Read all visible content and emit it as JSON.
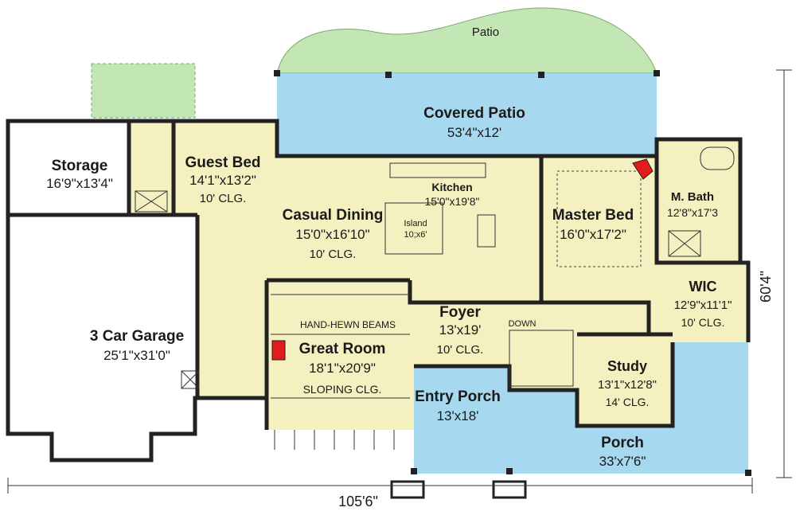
{
  "colors": {
    "room_fill": "#f5f0c0",
    "covered_fill": "#a6d8ef",
    "patio_fill": "#c3e7b4",
    "garage_fill": "#ffffff",
    "wall": "#222222",
    "fireplace": "#e21b1b"
  },
  "rooms": {
    "patio": {
      "name": "Patio"
    },
    "covered_patio": {
      "name": "Covered Patio",
      "size": "53'4\"x12'"
    },
    "storage": {
      "name": "Storage",
      "size": "16'9\"x13'4\""
    },
    "guest_bed": {
      "name": "Guest Bed",
      "size": "14'1\"x13'2\"",
      "ceiling": "10' CLG."
    },
    "casual_dining": {
      "name": "Casual Dining",
      "size": "15'0\"x16'10\"",
      "ceiling": "10' CLG."
    },
    "kitchen": {
      "name": "Kitchen",
      "size": "15'0\"x19'8\""
    },
    "island": {
      "name": "Island",
      "size": "10;x6'"
    },
    "master_bed": {
      "name": "Master Bed",
      "size": "16'0\"x17'2\""
    },
    "m_bath": {
      "name": "M. Bath",
      "size": "12'8\"x17'3"
    },
    "wic": {
      "name": "WIC",
      "size": "12'9\"x11'1\"",
      "ceiling": "10' CLG."
    },
    "garage": {
      "name": "3 Car Garage",
      "size": "25'1\"x31'0\""
    },
    "great_room": {
      "name": "Great Room",
      "size": "18'1\"x20'9\"",
      "ceiling": "SLOPING CLG.",
      "beams": "HAND-HEWN BEAMS"
    },
    "foyer": {
      "name": "Foyer",
      "size": "13'x19'",
      "ceiling": "10' CLG."
    },
    "down": {
      "label": "DOWN"
    },
    "study": {
      "name": "Study",
      "size": "13'1\"x12'8\"",
      "ceiling": "14' CLG."
    },
    "entry_porch": {
      "name": "Entry Porch",
      "size": "13'x18'"
    },
    "porch": {
      "name": "Porch",
      "size": "33'x7'6\""
    }
  },
  "dimensions": {
    "width": "105'6\"",
    "depth": "60'4\""
  }
}
